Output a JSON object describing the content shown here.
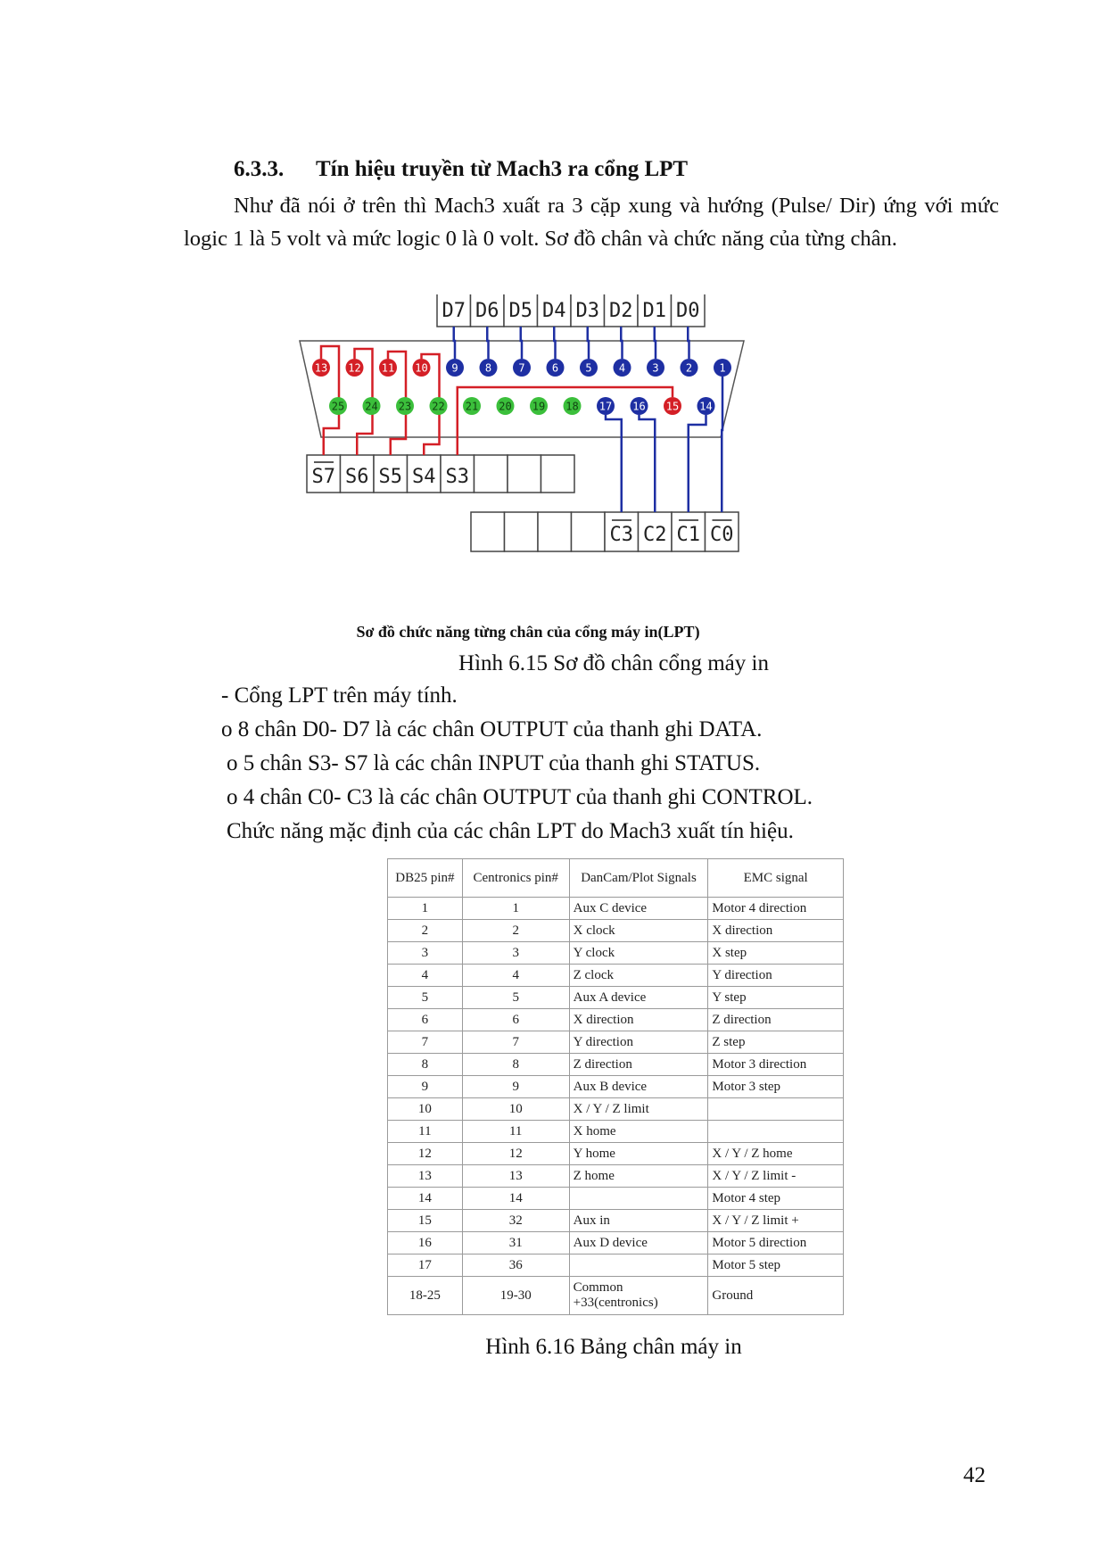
{
  "heading": {
    "number": "6.3.3.",
    "title": "Tín hiệu truyền từ Mach3 ra cổng LPT"
  },
  "intro": "Như đã nói ở trên thì Mach3 xuất ra 3 cặp xung và hướng (Pulse/ Dir) ứng với mức logic 1 là 5 volt và mức logic 0 là 0 volt. Sơ đồ chân và chức năng của từng chân.",
  "diagram": {
    "data_labels": [
      "D7",
      "D6",
      "D5",
      "D4",
      "D3",
      "D2",
      "D1",
      "D0"
    ],
    "status_labels": [
      "S7",
      "S6",
      "S5",
      "S4",
      "S3"
    ],
    "control_labels": [
      "C3",
      "C2",
      "C1",
      "C0"
    ],
    "overlined": [
      "S7",
      "C3",
      "C1",
      "C0"
    ],
    "pins_top": [
      "13",
      "12",
      "11",
      "10",
      "9",
      "8",
      "7",
      "6",
      "5",
      "4",
      "3",
      "2",
      "1"
    ],
    "pins_bottom": [
      "25",
      "24",
      "23",
      "22",
      "21",
      "20",
      "19",
      "18",
      "17",
      "16",
      "15",
      "14"
    ],
    "caption": "Sơ đồ chức năng từng chân của cổng máy in(LPT)",
    "colors": {
      "status": "#d41f26",
      "data_control": "#1e2fa3",
      "ground": "#3bbf3b"
    }
  },
  "figure1_caption": "Hình 6.15 Sơ đồ chân cổng máy in",
  "lines": [
    "- Cổng LPT trên máy tính.",
    "o 8 chân D0- D7 là các chân OUTPUT của thanh ghi DATA.",
    "o 5 chân S3- S7 là các chân INPUT của thanh ghi STATUS.",
    "o 4 chân C0- C3 là các chân OUTPUT của thanh ghi CONTROL.",
    "Chức năng mặc định của các chân LPT do Mach3 xuất tín hiệu."
  ],
  "table": {
    "headers": [
      "DB25 pin#",
      "Centronics pin#",
      "DanCam/Plot Signals",
      "EMC signal"
    ],
    "rows": [
      [
        "1",
        "1",
        "Aux C device",
        "Motor 4 direction"
      ],
      [
        "2",
        "2",
        "X clock",
        "X direction"
      ],
      [
        "3",
        "3",
        "Y clock",
        "X step"
      ],
      [
        "4",
        "4",
        "Z clock",
        "Y direction"
      ],
      [
        "5",
        "5",
        "Aux A device",
        "Y step"
      ],
      [
        "6",
        "6",
        "X direction",
        "Z direction"
      ],
      [
        "7",
        "7",
        "Y direction",
        "Z step"
      ],
      [
        "8",
        "8",
        "Z direction",
        "Motor 3 direction"
      ],
      [
        "9",
        "9",
        "Aux B device",
        "Motor 3 step"
      ],
      [
        "10",
        "10",
        "X / Y / Z limit",
        ""
      ],
      [
        "11",
        "11",
        "X home",
        ""
      ],
      [
        "12",
        "12",
        "Y home",
        "X / Y / Z home"
      ],
      [
        "13",
        "13",
        "Z home",
        "X / Y / Z limit -"
      ],
      [
        "14",
        "14",
        "",
        "Motor 4 step"
      ],
      [
        "15",
        "32",
        "Aux in",
        "X / Y / Z limit +"
      ],
      [
        "16",
        "31",
        "Aux D device",
        "Motor 5 direction"
      ],
      [
        "17",
        "36",
        "",
        "Motor 5 step"
      ],
      [
        "18-25",
        "19-30",
        "Common +33(centronics)",
        "Ground"
      ]
    ]
  },
  "figure2_caption": "Hình 6.16  Bảng chân máy in",
  "page_number": "42"
}
